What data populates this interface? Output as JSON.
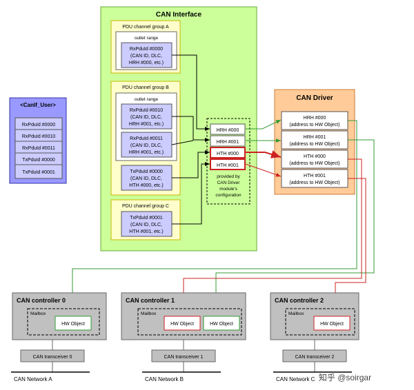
{
  "canif": {
    "title": "CAN Interface"
  },
  "group_a": {
    "title": "PDU channel group A",
    "outlet_label": "outlet range",
    "rx0000": [
      "RxPduId #0000",
      "(CAN ID, DLC,",
      "HRH #000, etc.)"
    ]
  },
  "group_b": {
    "title": "PDU channel group B",
    "outlet_label": "outlet range",
    "rx0010": [
      "RxPduId #0010",
      "(CAN ID, DLC,",
      "HRH #001, etc.)"
    ],
    "rx0011": [
      "RxPduId #0011",
      "(CAN ID, DLC,",
      "HRH #001, etc.)"
    ],
    "tx0000": [
      "TxPduId #0000",
      "(CAN ID, DLC,",
      "HTH #000, etc.)"
    ]
  },
  "group_c": {
    "title": "PDU channel group C",
    "tx0001": [
      "TxPduId #0001",
      "(CAN ID, DLC,",
      "HTH #001, etc.)"
    ]
  },
  "handles": [
    "HRH #000",
    "HRH #001",
    "HTH #000",
    "HTH #001"
  ],
  "provided_note": [
    "provided by",
    "CAN Driver",
    "module's",
    "configuration"
  ],
  "canif_user": {
    "title": "<CanIf_User>",
    "items": [
      "RxPduId #0000",
      "RxPduId #0010",
      "RxPduId #0011",
      "TxPduId #0000",
      "TxPduId #0001"
    ]
  },
  "can_driver": {
    "title": "CAN Driver",
    "items": [
      [
        "HRH #000",
        "(address to HW Object)"
      ],
      [
        "HRH #001",
        "(address to HW Object)"
      ],
      [
        "HTH #000",
        "(address to HW Object)"
      ],
      [
        "HTH #001",
        "(address to HW Object)"
      ]
    ]
  },
  "controllers": [
    {
      "title": "CAN controller 0",
      "mailbox": "Mailbox",
      "hw": [
        "HW Object"
      ],
      "transceiver": "CAN transceiver 0",
      "network": "CAN Network A"
    },
    {
      "title": "CAN controller 1",
      "mailbox": "Mailbox",
      "hw": [
        "HW Object",
        "HW Object"
      ],
      "transceiver": "CAN transceiver 1",
      "network": "CAN Network B"
    },
    {
      "title": "CAN controller 2",
      "mailbox": "Mailbox",
      "hw": [
        "HW Object"
      ],
      "transceiver": "CAN transceiver 2",
      "network": "CAN Network C"
    }
  ],
  "watermark": "知乎 @soirgar",
  "colors": {
    "canif_bg": "#ccff99",
    "canif_border": "#66aa33",
    "group_bg": "#ffffcc",
    "group_border": "#c8b400",
    "pdu_bg": "#ccccff",
    "driver_bg": "#ffcc99",
    "driver_border": "#cc7a33",
    "ctrl_bg": "#c0c0c0",
    "rx_line": "#339933",
    "tx_line": "#cc2222"
  }
}
